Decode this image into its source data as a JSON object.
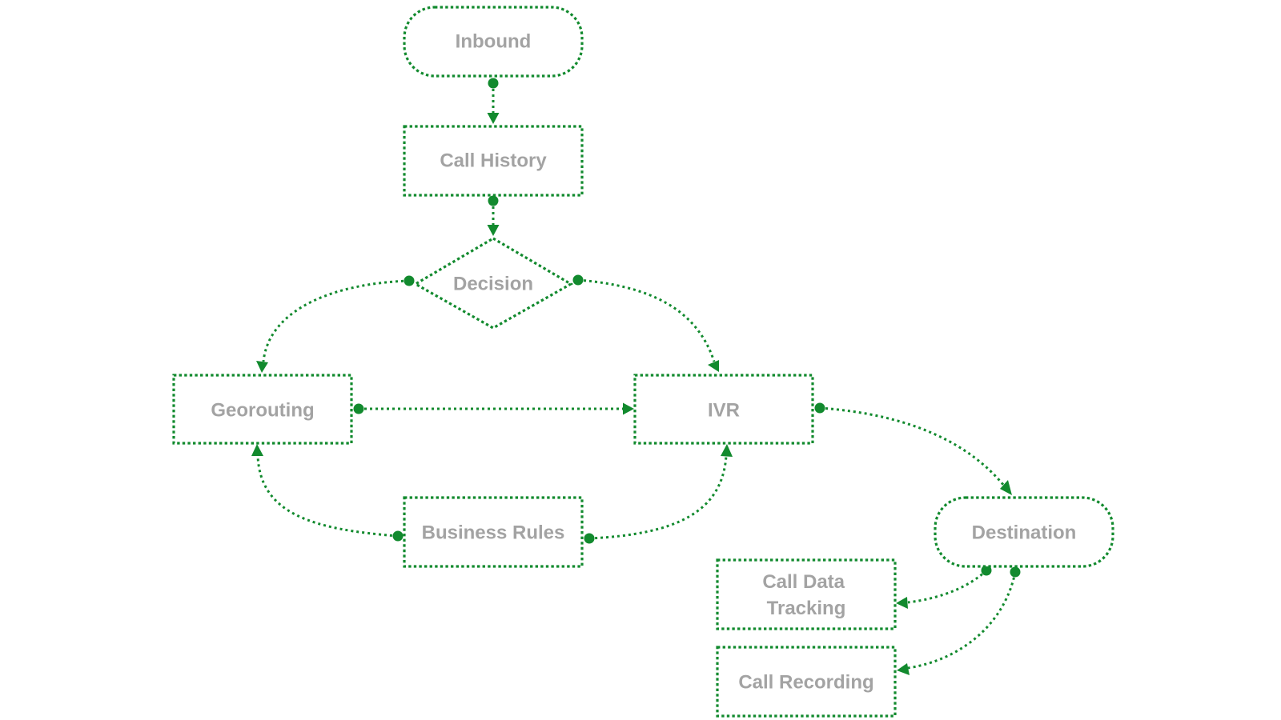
{
  "diagram": {
    "stroke_color": "#128a2e",
    "label_color": "#a3a3a3",
    "nodes": {
      "inbound": {
        "label": "Inbound",
        "shape": "terminal"
      },
      "call_history": {
        "label": "Call History",
        "shape": "process"
      },
      "decision": {
        "label": "Decision",
        "shape": "decision"
      },
      "georouting": {
        "label": "Georouting",
        "shape": "process"
      },
      "ivr": {
        "label": "IVR",
        "shape": "process"
      },
      "business_rules": {
        "label": "Business Rules",
        "shape": "process"
      },
      "destination": {
        "label": "Destination",
        "shape": "terminal"
      },
      "call_data_tracking": {
        "label": "Call Data Tracking",
        "lines": [
          "Call Data",
          "Tracking"
        ],
        "shape": "process"
      },
      "call_recording": {
        "label": "Call Recording",
        "shape": "process"
      }
    },
    "edges": [
      {
        "from": "inbound",
        "to": "call_history"
      },
      {
        "from": "call_history",
        "to": "decision"
      },
      {
        "from": "decision",
        "to": "georouting"
      },
      {
        "from": "decision",
        "to": "ivr"
      },
      {
        "from": "georouting",
        "to": "ivr"
      },
      {
        "from": "business_rules",
        "to": "georouting"
      },
      {
        "from": "business_rules",
        "to": "ivr"
      },
      {
        "from": "ivr",
        "to": "destination"
      },
      {
        "from": "destination",
        "to": "call_data_tracking"
      },
      {
        "from": "destination",
        "to": "call_recording"
      }
    ]
  }
}
